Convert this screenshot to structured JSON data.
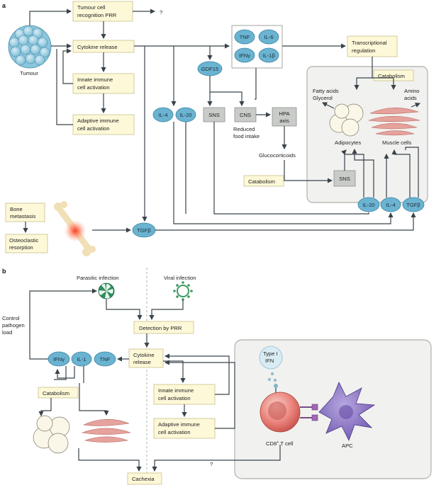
{
  "panel_a": {
    "label": "a",
    "tumour": "Tumour",
    "prr_line1": "Tumour cell",
    "prr_line2": "recognition PRR",
    "question": "?",
    "cytokine_release": "Cytokine release",
    "innate_line1": "Innate immune",
    "innate_line2": "cell activation",
    "adaptive_line1": "Adaptive immune",
    "adaptive_line2": "cell activation",
    "tnf": "TNF",
    "il6": "IL-6",
    "ifng": "IFNγ",
    "il1b": "IL-1β",
    "transcriptional_line1": "Transcriptional",
    "transcriptional_line2": "regulation",
    "gdf15": "GDF15",
    "il4": "IL-4",
    "il20": "IL-20",
    "sns": "SNS",
    "cns": "CNS",
    "hpa_line1": "HPA",
    "hpa_line2": "axis",
    "reduced_line1": "Reduced",
    "reduced_line2": "food intake",
    "glucocorticoids": "Glucocorticoids",
    "catabolism": "Catabolism",
    "tissue_catabolism": "Catabolism",
    "fatty_line1": "Fatty acids",
    "fatty_line2": "Glycerol",
    "amino_line1": "Amino",
    "amino_line2": "acids",
    "adipocytes": "Adipocytes",
    "muscle_cells": "Muscle cells",
    "tissue_sns": "SNS",
    "tissue_il20": "IL-20",
    "tissue_il4": "IL-4",
    "tissue_tgfb": "TGFβ",
    "bone_line1": "Bone",
    "bone_line2": "metastasis",
    "osteo_line1": "Osteoclastic",
    "osteo_line2": "resorption",
    "tgfb": "TGFβ"
  },
  "panel_b": {
    "label": "b",
    "parasitic": "Parasitic infection",
    "viral": "Viral infection",
    "detection": "Detection by PRR",
    "control_line1": "Control",
    "control_line2": "pathogen",
    "control_line3": "load",
    "ifng": "IFNγ",
    "il1": "IL-1",
    "tnf": "TNF",
    "cytokine_line1": "Cytokine",
    "cytokine_line2": "release",
    "catabolism": "Catabolism",
    "innate_line1": "Innate immune",
    "innate_line2": "cell activation",
    "adaptive_line1": "Adaptive immune",
    "adaptive_line2": "cell activation",
    "type1_line1": "Type I",
    "type1_line2": "IFN",
    "cd8_main": "CD8",
    "cd8_sup": "+",
    "cd8_rest": " T cell",
    "apc": "APC",
    "question": "?",
    "cachexia": "Cachexia"
  }
}
